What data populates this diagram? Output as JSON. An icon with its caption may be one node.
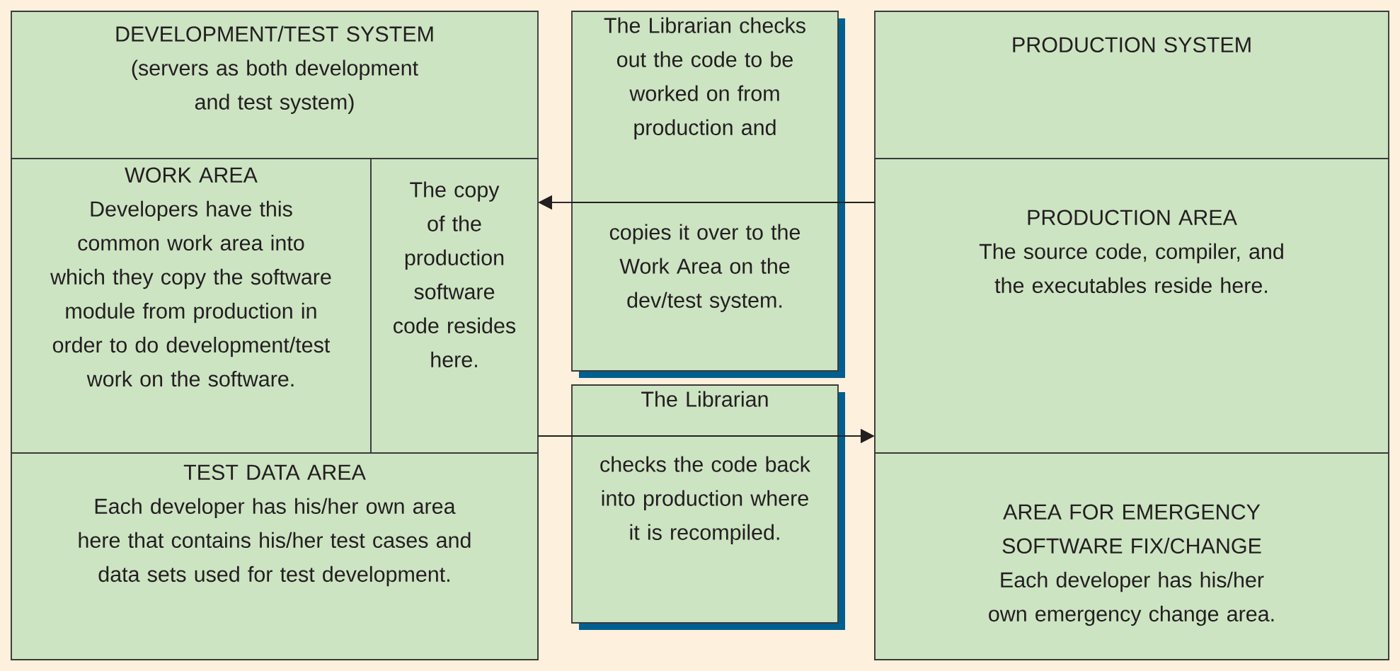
{
  "diagram": {
    "nodes": [
      {
        "text": [
          "DEVELOPMENT/TEST SYSTEM",
          "(servers as both development and test system)"
        ]
      },
      {
        "text": [
          "WORK AREA",
          "Developers have this common work area into which they copy the software module from production in order to do development/test work on the software."
        ],
        "in": 0
      },
      {
        "text": [
          "The copy of the production software code resides here."
        ],
        "in": 0
      },
      {
        "text": [
          "TEST DATA AREA",
          "Each developer has his/her own area here that contains his/her test cases and data sets used for test development."
        ],
        "in": 0
      },
      {
        "text": [
          "The Librarian checks out the code to be worked on from production and",
          "copies it over to the Work Area on the dev/test system."
        ]
      },
      {
        "text": [
          "The Librarian",
          "checks the code back into production where it is recompiled."
        ]
      },
      {
        "text": [
          "PRODUCTION SYSTEM"
        ]
      },
      {
        "text": [
          "PRODUCTION AREA",
          "The source code, compiler, and the executables reside here."
        ],
        "in": 6
      },
      {
        "text": [
          "AREA FOR EMERGENCY SOFTWARE FIX/CHANGE",
          "Each developer has his/her own emergency change area."
        ],
        "in": 6
      }
    ],
    "edges": [
      {
        "from": 7,
        "to": 4,
        "arrow": "none"
      },
      {
        "from": 4,
        "to": 2,
        "arrow": "to"
      },
      {
        "from": 2,
        "to": 5,
        "arrow": "none"
      },
      {
        "from": 5,
        "to": 7,
        "arrow": "to"
      }
    ]
  }
}
